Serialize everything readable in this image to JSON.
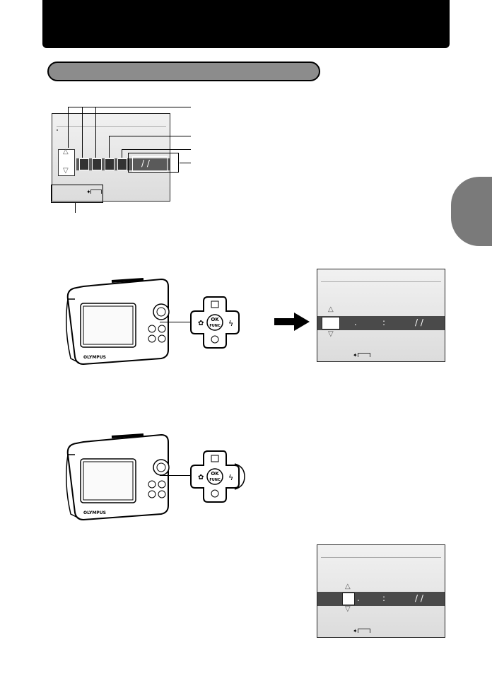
{
  "document": {
    "header_text": "",
    "section_title_text": "",
    "side_tab_text": ""
  },
  "screens": {
    "annotated": {
      "separators": {
        "dot": ".",
        "slashes": "/ /",
        "colon": ":"
      }
    },
    "step1_result": {
      "separators": {
        "dot": ".",
        "colon": ":",
        "slashes": "/ /"
      }
    },
    "step2_result": {
      "separators": {
        "dot": ".",
        "colon": ":",
        "slashes": "/ /"
      }
    }
  },
  "camera": {
    "brand_label": "OLYMPUS"
  },
  "control_pad": {
    "ok_label": "OK",
    "func_label": "FUNC"
  },
  "colors": {
    "header": "#000000",
    "section_pill": "#8c8c8c",
    "side_tab": "#7a7a7a",
    "highlight_row": "#4a4a4a"
  }
}
